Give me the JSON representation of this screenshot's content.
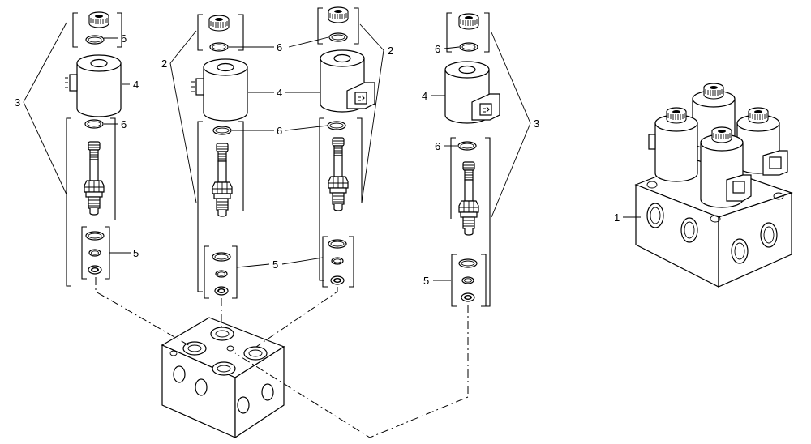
{
  "callouts": {
    "c1": "1",
    "c2a": "2",
    "c2b": "2",
    "c3a": "3",
    "c3b": "3",
    "c4a": "4",
    "c4b": "4",
    "c4c": "4",
    "c5a": "5",
    "c5b": "5",
    "c5c": "5",
    "c6a": "6",
    "c6b": "6",
    "c6c": "6",
    "c6d": "6",
    "c6e": "6",
    "c6f": "6"
  }
}
